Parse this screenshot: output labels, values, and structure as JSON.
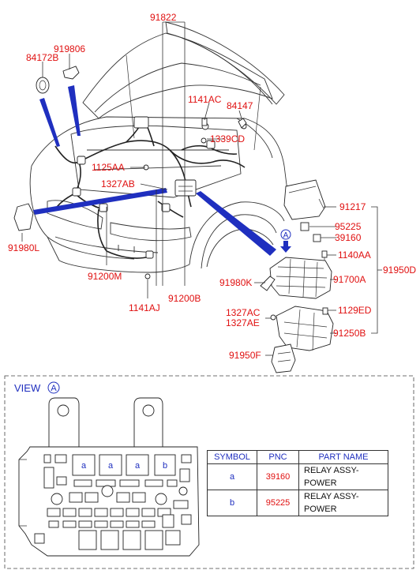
{
  "callouts": {
    "c91822": "91822",
    "c919806": "919806",
    "c84172B": "84172B",
    "c1141AC": "1141AC",
    "c84147": "84147",
    "c1339CD": "1339CD",
    "c1125AA": "1125AA",
    "c1327AB": "1327AB",
    "c91217": "91217",
    "c95225": "95225",
    "c39160": "39160",
    "c1140AA": "1140AA",
    "c91950D": "91950D",
    "c91700A": "91700A",
    "c91980K": "91980K",
    "c91980L": "91980L",
    "c91200M": "91200M",
    "c1141AJ": "1141AJ",
    "c91200B": "91200B",
    "c1327AC": "1327AC",
    "c1327AE": "1327AE",
    "c1129ED": "1129ED",
    "c91250B": "91250B",
    "c91950F": "91950F"
  },
  "view_marker": "A",
  "view": {
    "title": "VIEW",
    "marker": "A",
    "relay_labels": [
      "a",
      "a",
      "a",
      "b"
    ]
  },
  "table": {
    "headers": [
      "SYMBOL",
      "PNC",
      "PART NAME"
    ],
    "rows": [
      {
        "symbol": "a",
        "pnc": "39160",
        "part_name": "RELAY ASSY-POWER"
      },
      {
        "symbol": "b",
        "pnc": "95225",
        "part_name": "RELAY ASSY-POWER"
      }
    ]
  },
  "colors": {
    "callout_text": "#e01010",
    "accent_blue": "#1f2fbf",
    "line": "#333333"
  }
}
